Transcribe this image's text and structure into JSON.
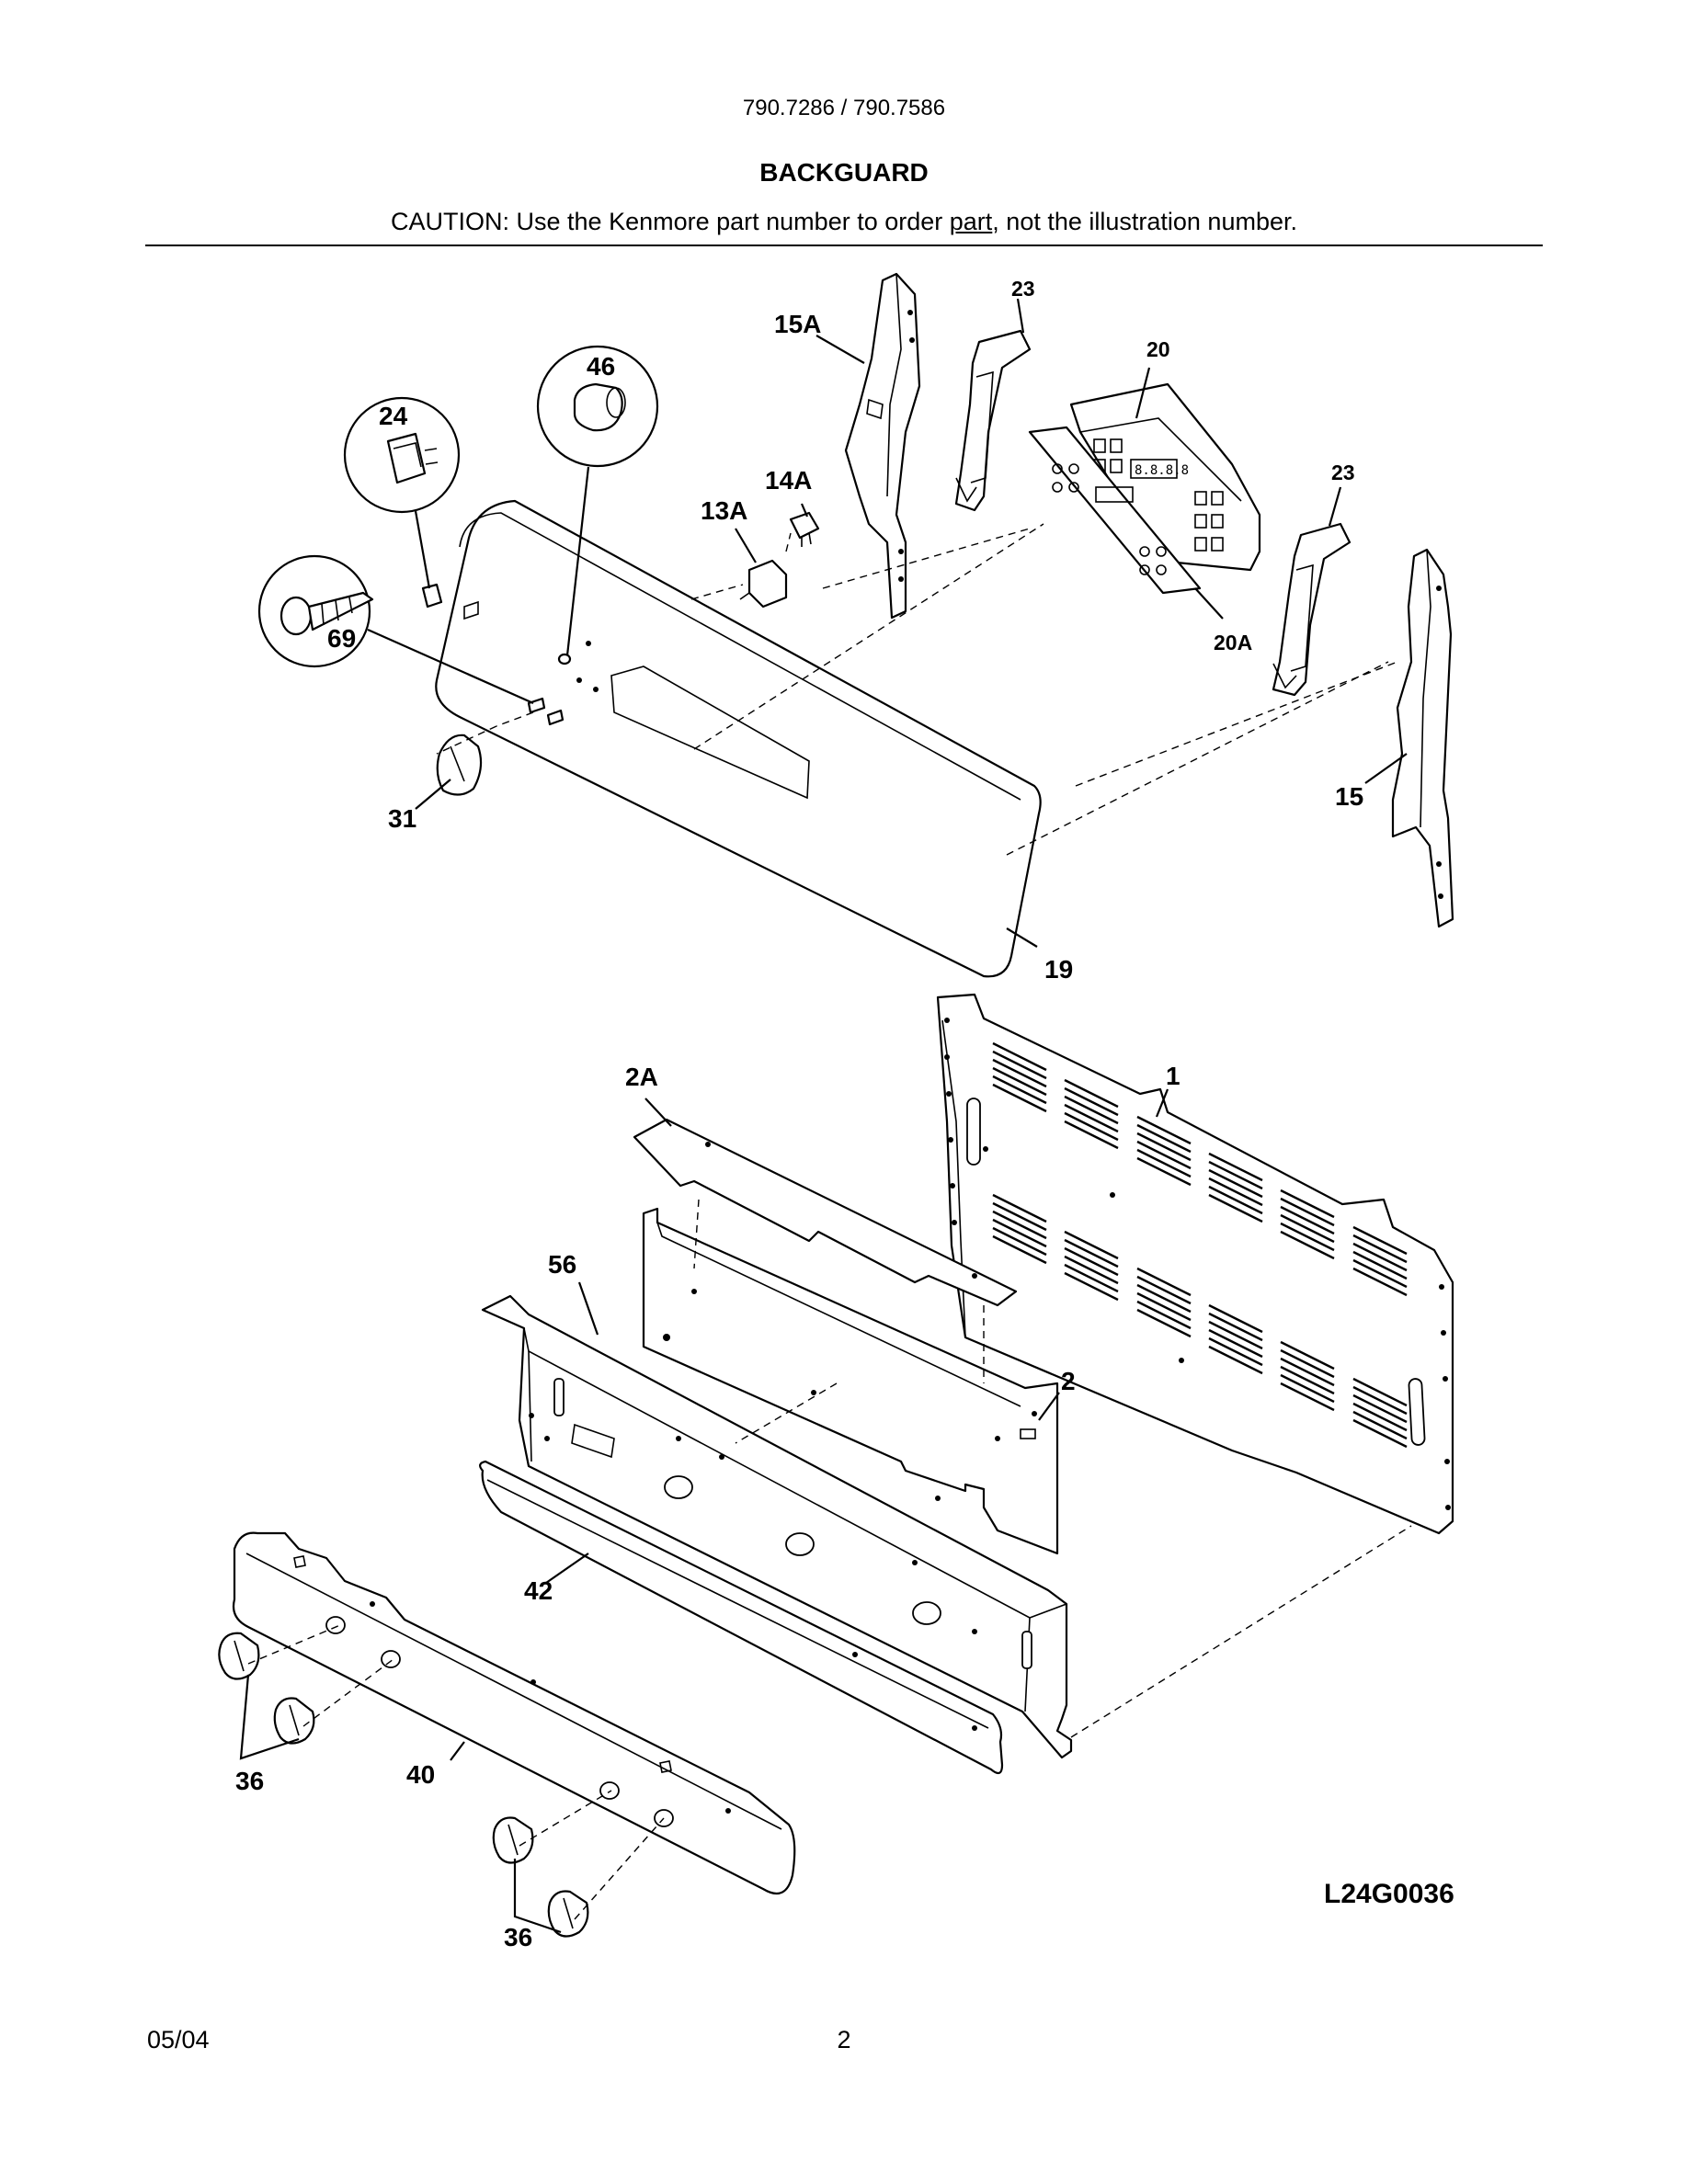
{
  "header": {
    "model": "790.7286 / 790.7586",
    "title": "BACKGUARD",
    "caution_prefix": "CAUTION: Use the Kenmore part number to order ",
    "caution_underlined": "part",
    "caution_suffix": ", not the illustration number."
  },
  "callouts": {
    "c15A": "15A",
    "c23a": "23",
    "c20": "20",
    "c23b": "23",
    "c20A": "20A",
    "c46": "46",
    "c24": "24",
    "c14A": "14A",
    "c13A": "13A",
    "c69": "69",
    "c31": "31",
    "c15": "15",
    "c19": "19",
    "c2A": "2A",
    "c1": "1",
    "c56": "56",
    "c2": "2",
    "c42": "42",
    "c36a": "36",
    "c40": "40",
    "c36b": "36"
  },
  "diagram_code": "L24G0036",
  "footer": {
    "date": "05/04",
    "page": "2"
  }
}
